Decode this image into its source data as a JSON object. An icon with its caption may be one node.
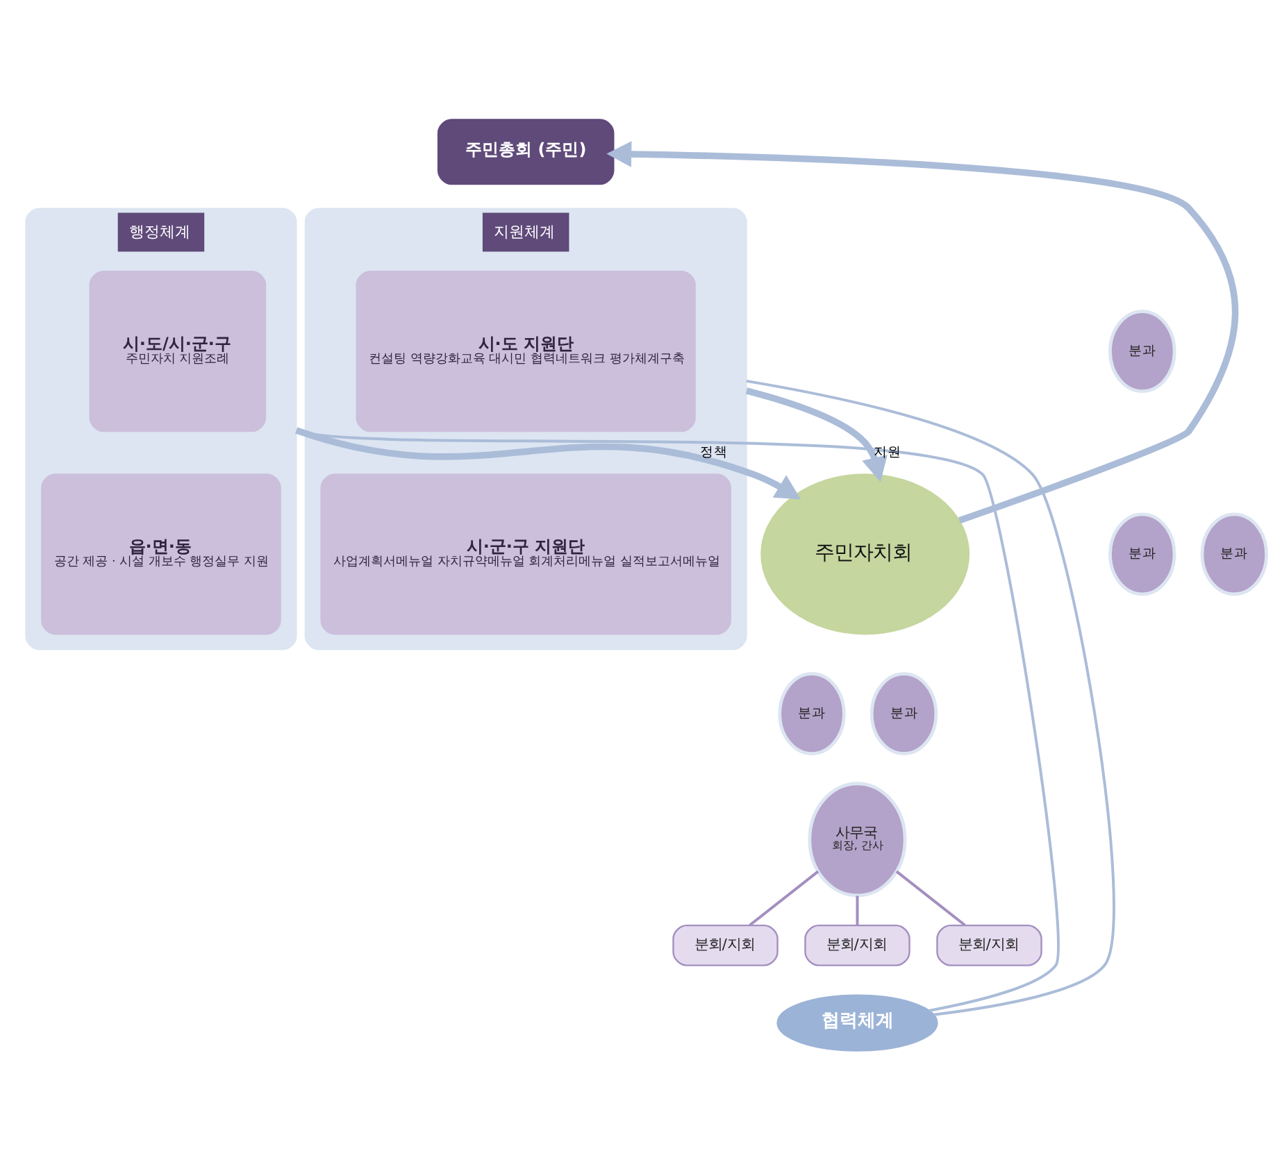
{
  "diagram": {
    "nodes": [
      {
        "text": [
          "행정체계"
        ]
      },
      {
        "text": [
          "시·도/시·군·구",
          "주민자치 지원조례"
        ],
        "in": 0
      },
      {
        "text": [
          "읍·면·동",
          "공간 제공 · 시설 개보수 행정실무 지원"
        ],
        "in": 0
      },
      {
        "text": [
          "주민총회 (주민)"
        ]
      },
      {
        "text": [
          "지원체계"
        ]
      },
      {
        "text": [
          "시·도 지원단",
          "컨설팅 역량강화교육 대시민 협력네트워크 평가체계구축"
        ],
        "in": 4
      },
      {
        "text": [
          "시·군·구 지원단",
          "사업계획서메뉴얼 자치규약메뉴얼 회계처리메뉴얼 실적보고서메뉴얼"
        ],
        "in": 4
      },
      {
        "text": [
          "분과"
        ]
      },
      {
        "text": [
          "분과"
        ]
      },
      {
        "text": [
          "분과"
        ]
      },
      {
        "text": [
          "주민자치회"
        ]
      },
      {
        "text": [
          "분과"
        ]
      },
      {
        "text": [
          "분과"
        ]
      },
      {
        "text": [
          "사무국",
          "회장, 간사"
        ]
      },
      {
        "text": [
          "분회/지회"
        ]
      },
      {
        "text": [
          "분회/지회"
        ]
      },
      {
        "text": [
          "분회/지회"
        ]
      },
      {
        "text": [
          "협력체계"
        ]
      }
    ],
    "edges": [
      {
        "from": 0,
        "to": 10,
        "arrow": "to",
        "label": "정책",
        "style": "thick"
      },
      {
        "from": 4,
        "to": 10,
        "arrow": "to",
        "label": "지원",
        "style": "thick"
      },
      {
        "from": 10,
        "to": 3,
        "arrow": "to",
        "style": "thick"
      },
      {
        "from": 13,
        "to": 14,
        "arrow": "none",
        "color": "#a48fc0"
      },
      {
        "from": 13,
        "to": 15,
        "arrow": "none",
        "color": "#a48fc0"
      },
      {
        "from": 13,
        "to": 16,
        "arrow": "none",
        "color": "#a48fc0"
      },
      {
        "from": 0,
        "to": 17,
        "arrow": "none"
      },
      {
        "from": 17,
        "to": 4,
        "arrow": "none"
      }
    ]
  }
}
